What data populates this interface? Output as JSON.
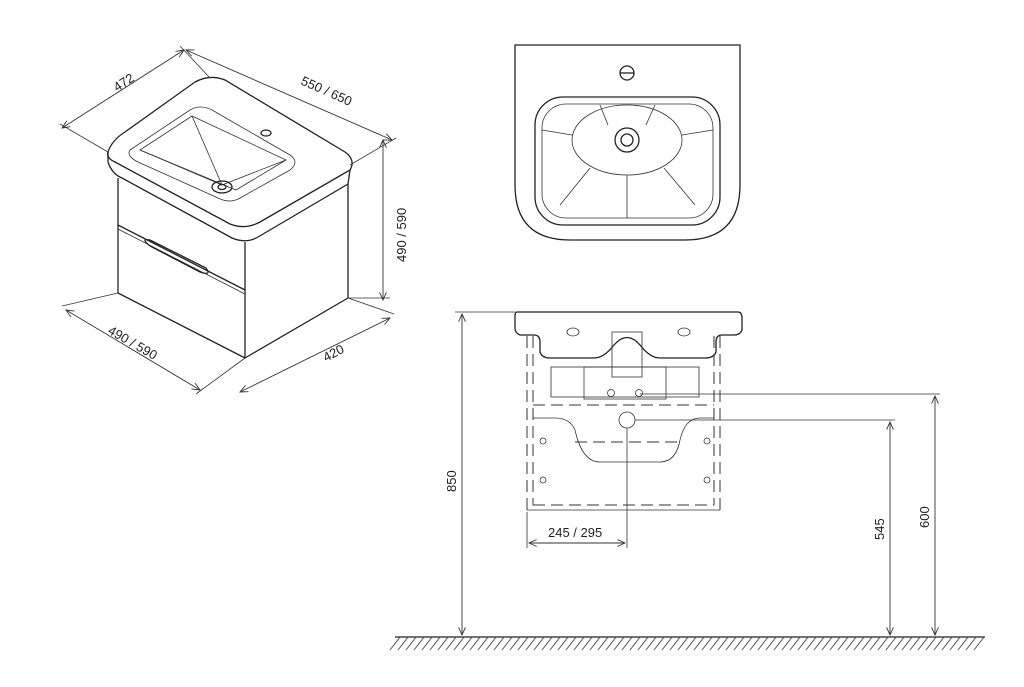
{
  "isometric_view": {
    "depth_label": "472",
    "width_top_label": "550 / 650",
    "height_label": "490 / 590",
    "width_bottom_label": "490 / 590",
    "cabinet_depth_label": "420"
  },
  "front_view": {
    "total_height_label": "850",
    "drain_offset_label": "245 / 295",
    "drain_height_label": "545",
    "siphon_height_label": "600"
  }
}
